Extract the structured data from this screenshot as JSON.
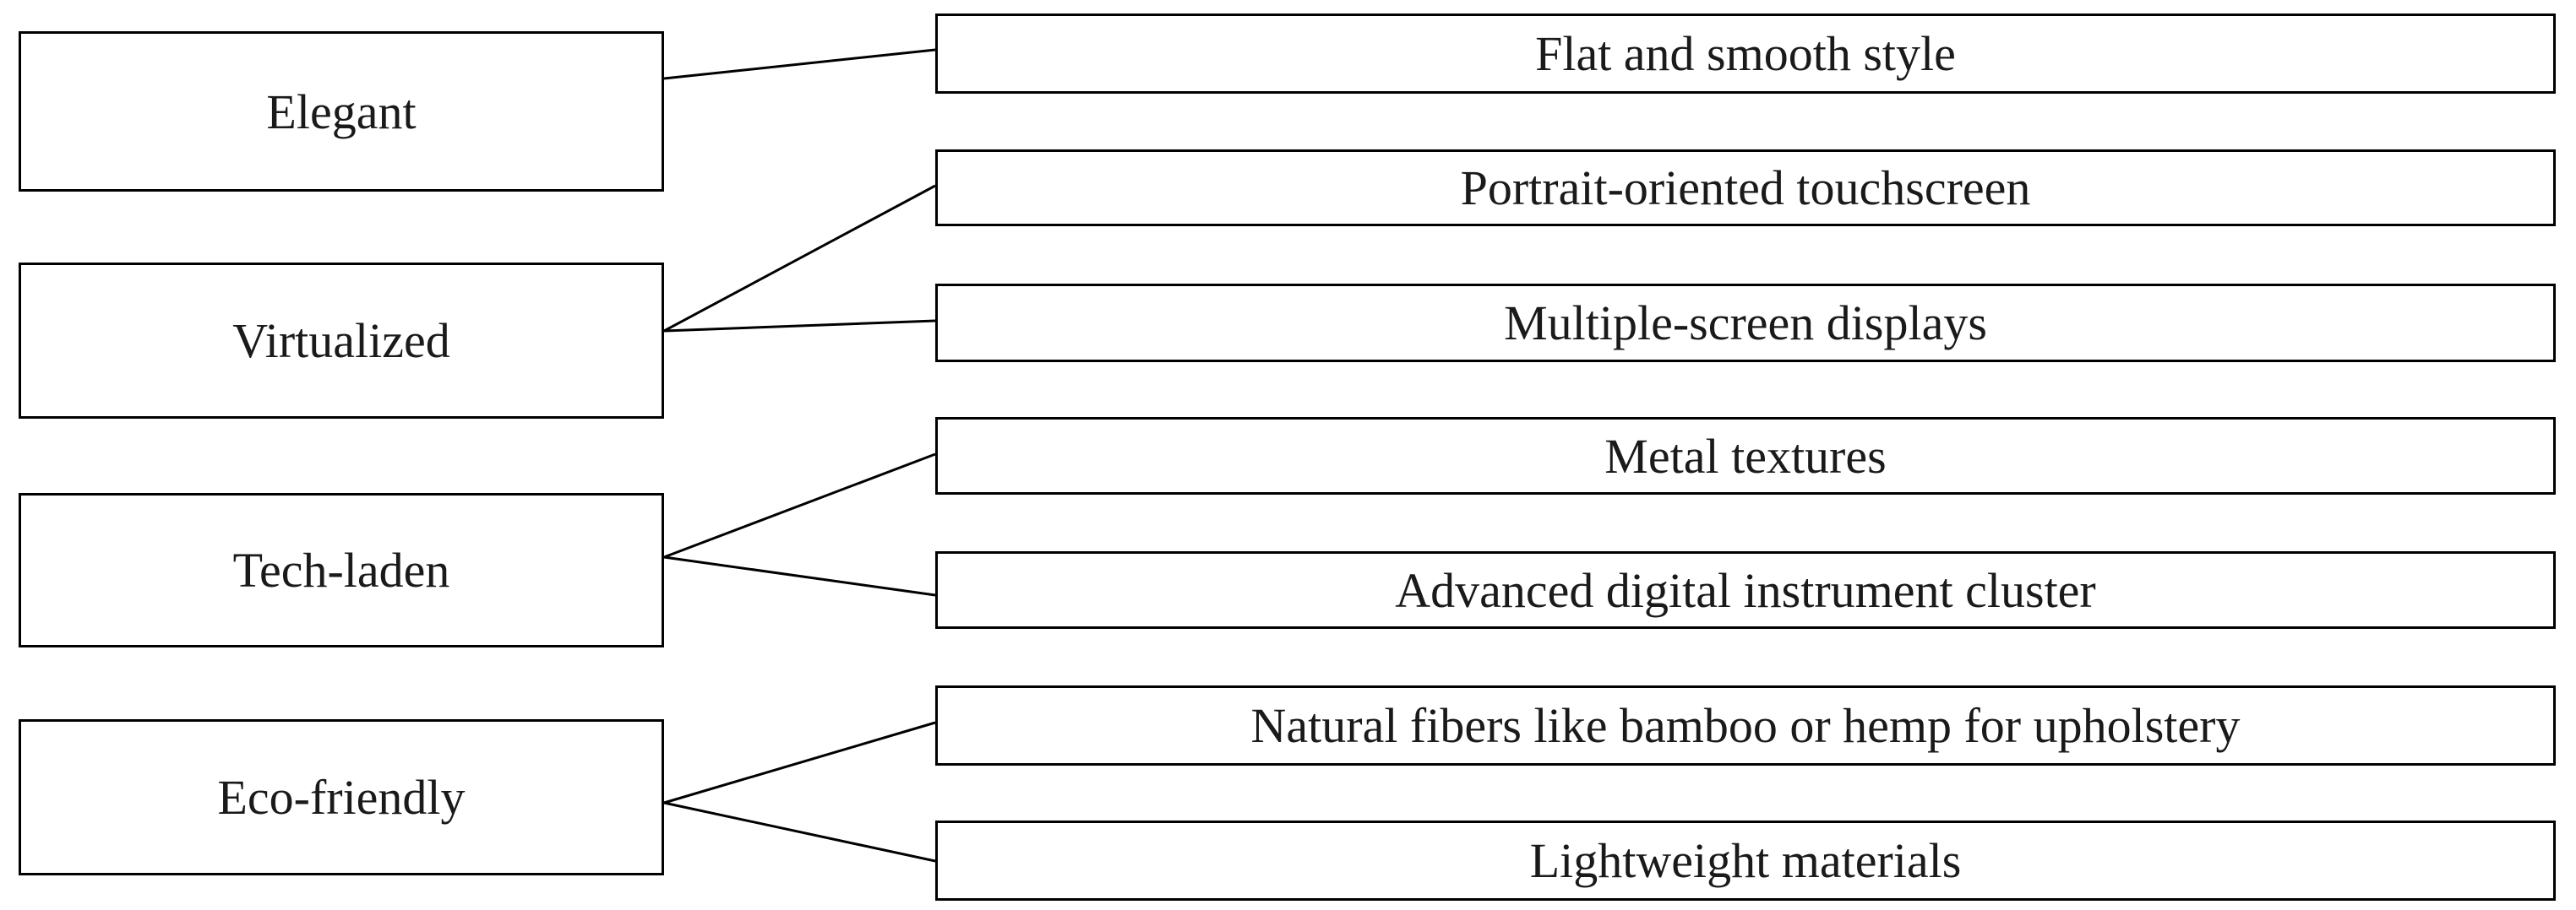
{
  "diagram": {
    "categories": [
      {
        "label": "Elegant"
      },
      {
        "label": "Virtualized"
      },
      {
        "label": "Tech-laden"
      },
      {
        "label": "Eco-friendly"
      }
    ],
    "features": [
      {
        "label": "Flat and smooth style"
      },
      {
        "label": "Portrait-oriented touchscreen"
      },
      {
        "label": "Multiple-screen displays"
      },
      {
        "label": "Metal textures"
      },
      {
        "label": "Advanced digital instrument cluster"
      },
      {
        "label": "Natural fibers like bamboo or hemp for upholstery"
      },
      {
        "label": "Lightweight materials"
      }
    ],
    "links": [
      {
        "from": 0,
        "to": 0
      },
      {
        "from": 1,
        "to": 1
      },
      {
        "from": 1,
        "to": 2
      },
      {
        "from": 2,
        "to": 3
      },
      {
        "from": 2,
        "to": 4
      },
      {
        "from": 3,
        "to": 5
      },
      {
        "from": 3,
        "to": 6
      }
    ]
  }
}
